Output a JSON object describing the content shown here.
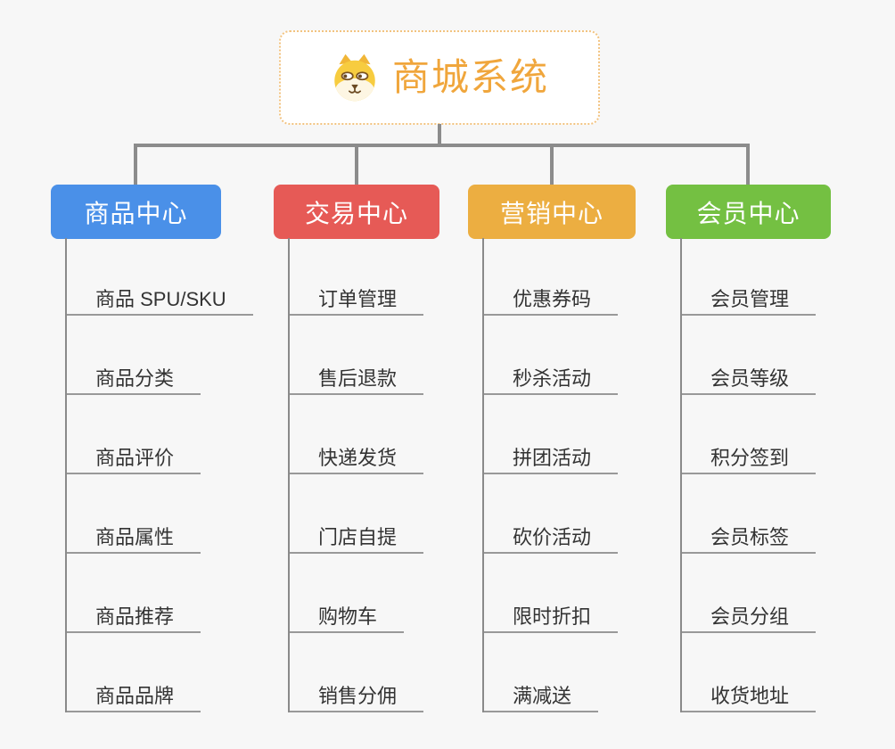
{
  "root": {
    "title": "商城系统",
    "icon": "shiba-dog-icon"
  },
  "branches": [
    {
      "id": "goods",
      "label": "商品中心",
      "color": "#4A90E8",
      "items": [
        "商品 SPU/SKU",
        "商品分类",
        "商品评价",
        "商品属性",
        "商品推荐",
        "商品品牌"
      ]
    },
    {
      "id": "trade",
      "label": "交易中心",
      "color": "#E65A56",
      "items": [
        "订单管理",
        "售后退款",
        "快递发货",
        "门店自提",
        "购物车",
        "销售分佣"
      ]
    },
    {
      "id": "marketing",
      "label": "营销中心",
      "color": "#ECAE41",
      "items": [
        "优惠券码",
        "秒杀活动",
        "拼团活动",
        "砍价活动",
        "限时折扣",
        "满减送"
      ]
    },
    {
      "id": "member",
      "label": "会员中心",
      "color": "#74C042",
      "items": [
        "会员管理",
        "会员等级",
        "积分签到",
        "会员标签",
        "会员分组",
        "收货地址"
      ]
    }
  ],
  "colors": {
    "root_accent": "#F0A63C",
    "root_border": "#F2C380",
    "connector": "#8C8C8C",
    "item_underline": "#999999",
    "item_text": "#333333",
    "header_text": "#FFFFFF",
    "background": "#F7F7F7"
  }
}
